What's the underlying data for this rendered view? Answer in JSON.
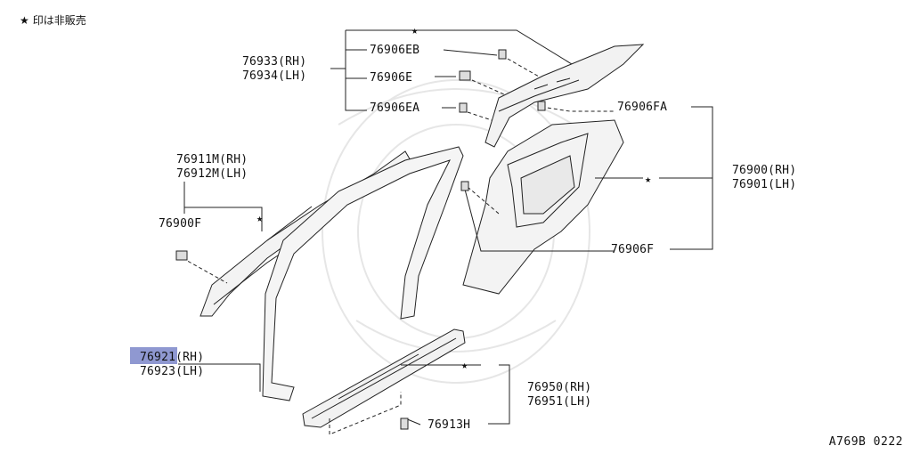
{
  "legend": {
    "star": "★",
    "text": "印は非販売"
  },
  "diagram_code": "A769B 0222",
  "labels": {
    "l76933": "76933(RH)",
    "l76934": "76934(LH)",
    "l76906EB": "76906EB",
    "l76906E": "76906E",
    "l76906EA": "76906EA",
    "l76906FA": "76906FA",
    "l76900": "76900(RH)",
    "l76901": "76901(LH)",
    "l76906F": "76906F",
    "l76911M": "76911M(RH)",
    "l76912M": "76912M(LH)",
    "l76900F": "76900F",
    "l76921": "76921(RH)",
    "l76923": "76923(LH)",
    "l76950": "76950(RH)",
    "l76951": "76951(LH)",
    "l76913H": "76913H"
  },
  "stars": [
    "★",
    "★",
    "★",
    "★"
  ],
  "highlight": {
    "part": "76921",
    "color": "#7b86c9"
  }
}
